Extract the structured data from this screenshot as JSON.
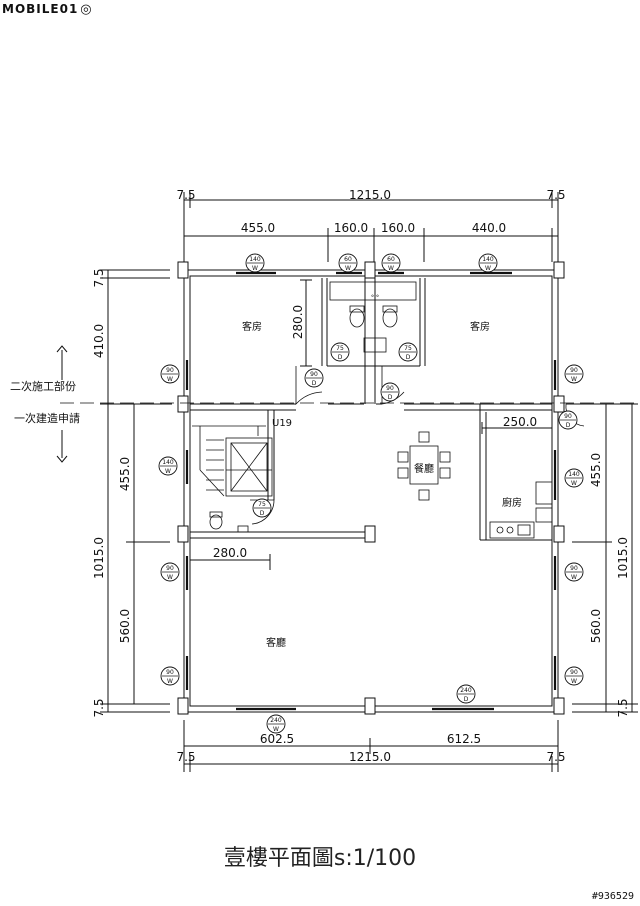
{
  "watermark": {
    "text": "MOBILE01"
  },
  "image_code": "#936529",
  "title": "壹樓平面圖s:1/100",
  "section_labels": {
    "upper": "二次施工部份",
    "lower": "一次建造申請"
  },
  "rooms": {
    "guest_left": "客房",
    "guest_right": "客房",
    "dining": "餐廳",
    "kitchen": "廚房",
    "living": "客廳"
  },
  "stair_tag": "U19",
  "dimensions": {
    "top_left_edge": "7.5",
    "top_total": "1215.0",
    "top_right_edge": "7.5",
    "top_seg1": "455.0",
    "top_seg2": "160.0",
    "top_seg3": "160.0",
    "top_seg4": "440.0",
    "inner_280_vertical": "280.0",
    "inner_250": "250.0",
    "inner_280_horizontal": "280.0",
    "left_top_edge": "7.5",
    "left_410": "410.0",
    "left_455": "455.0",
    "left_total": "1015.0",
    "left_560": "560.0",
    "left_bottom_edge": "7.5",
    "right_455": "455.0",
    "right_total": "1015.0",
    "right_560": "560.0",
    "right_bottom_edge": "7.5",
    "bottom_seg1": "602.5",
    "bottom_seg2": "612.5",
    "bottom_left_edge": "7.5",
    "bottom_total": "1215.0",
    "bottom_right_edge": "7.5"
  },
  "tags": {
    "w140_top_left": {
      "top": "140",
      "bottom": "W"
    },
    "w60_top_1": {
      "top": "60",
      "bottom": "W"
    },
    "w60_top_2": {
      "top": "60",
      "bottom": "W"
    },
    "w140_top_right": {
      "top": "140",
      "bottom": "W"
    },
    "d75_bath_1": {
      "top": "75",
      "bottom": "D"
    },
    "d75_bath_2": {
      "top": "75",
      "bottom": "D"
    },
    "d90_guest_left": {
      "top": "90",
      "bottom": "D"
    },
    "d90_guest_right": {
      "top": "90",
      "bottom": "D"
    },
    "w90_left_upper": {
      "top": "90",
      "bottom": "W"
    },
    "w90_right_upper": {
      "top": "90",
      "bottom": "W"
    },
    "d90_right_entry": {
      "top": "90",
      "bottom": "D"
    },
    "w140_left_mid": {
      "top": "140",
      "bottom": "W"
    },
    "w140_right_mid": {
      "top": "140",
      "bottom": "W"
    },
    "d75_stair": {
      "top": "75",
      "bottom": "D"
    },
    "w90_left_low1": {
      "top": "90",
      "bottom": "W"
    },
    "w90_right_low1": {
      "top": "90",
      "bottom": "W"
    },
    "w90_left_low2": {
      "top": "90",
      "bottom": "W"
    },
    "w90_right_low2": {
      "top": "90",
      "bottom": "W"
    },
    "d240_bottom": {
      "top": "240",
      "bottom": "D"
    },
    "w240_bottom": {
      "top": "240",
      "bottom": "W"
    }
  }
}
